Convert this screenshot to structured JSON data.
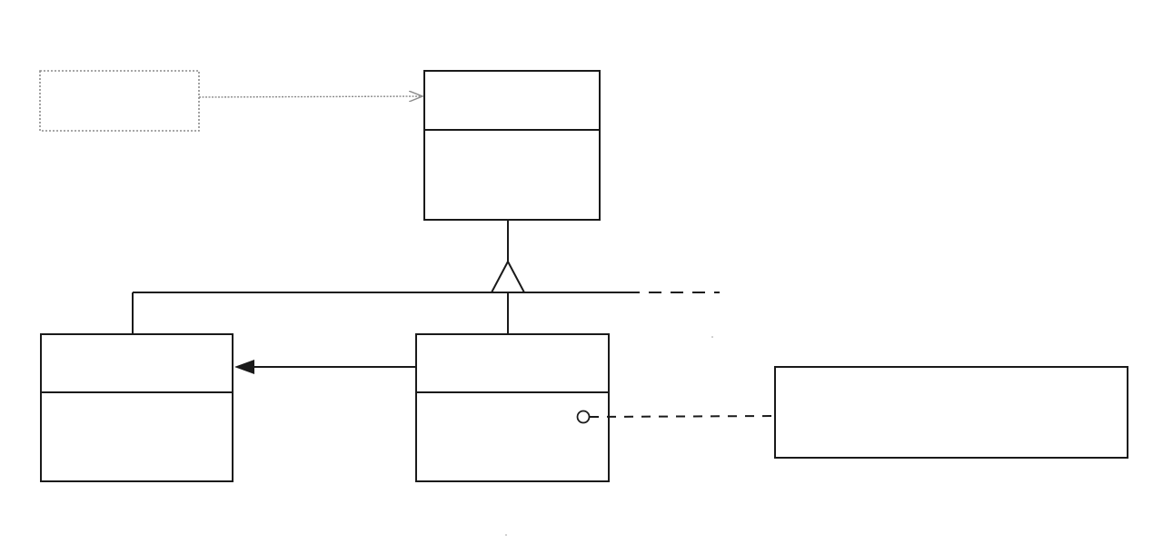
{
  "colors": {
    "background": "#ffffff",
    "stroke": "#1a1a1a",
    "client_stroke": "#8a8a8a"
  },
  "diagram": {
    "classes": [
      {
        "id": "client",
        "name": "",
        "style": "dotted-gray"
      },
      {
        "id": "component",
        "name": "",
        "compartments": 2
      },
      {
        "id": "leaf",
        "name": "",
        "compartments": 2
      },
      {
        "id": "composite",
        "name": "",
        "compartments": 2
      },
      {
        "id": "note",
        "name": ""
      }
    ],
    "relations": [
      {
        "type": "association",
        "from": "client",
        "to": "component"
      },
      {
        "type": "generalization",
        "from": [
          "leaf",
          "composite"
        ],
        "to": "component",
        "open_ended_sibling": true
      },
      {
        "type": "aggregation",
        "from": "composite",
        "to": "leaf"
      },
      {
        "type": "note-link",
        "from": "composite",
        "to": "note"
      }
    ]
  }
}
